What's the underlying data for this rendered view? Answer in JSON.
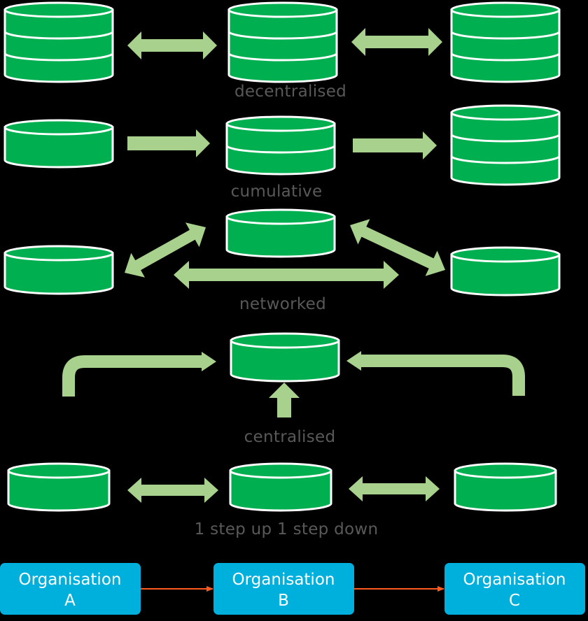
{
  "colors": {
    "background": "#000000",
    "database_fill": "#00b050",
    "database_stroke": "#ffffff",
    "arrow": "#a9d18e",
    "caption": "#595959",
    "org_box": "#00b0dc",
    "org_connector": "#ff5a1e"
  },
  "sections": {
    "decentralised": {
      "label": "decentralised",
      "stacks": [
        3,
        3,
        3
      ]
    },
    "cumulative": {
      "label": "cumulative",
      "stacks": [
        1,
        2,
        3
      ]
    },
    "networked": {
      "label": "networked",
      "stacks": [
        1,
        1,
        1
      ]
    },
    "centralised": {
      "label": "centralised",
      "stacks": [
        1
      ]
    },
    "step": {
      "label": "1 step up 1 step down",
      "stacks": [
        1,
        1,
        1
      ]
    }
  },
  "organisations": [
    {
      "line1": "Organisation",
      "line2": "A"
    },
    {
      "line1": "Organisation",
      "line2": "B"
    },
    {
      "line1": "Organisation",
      "line2": "C"
    }
  ]
}
